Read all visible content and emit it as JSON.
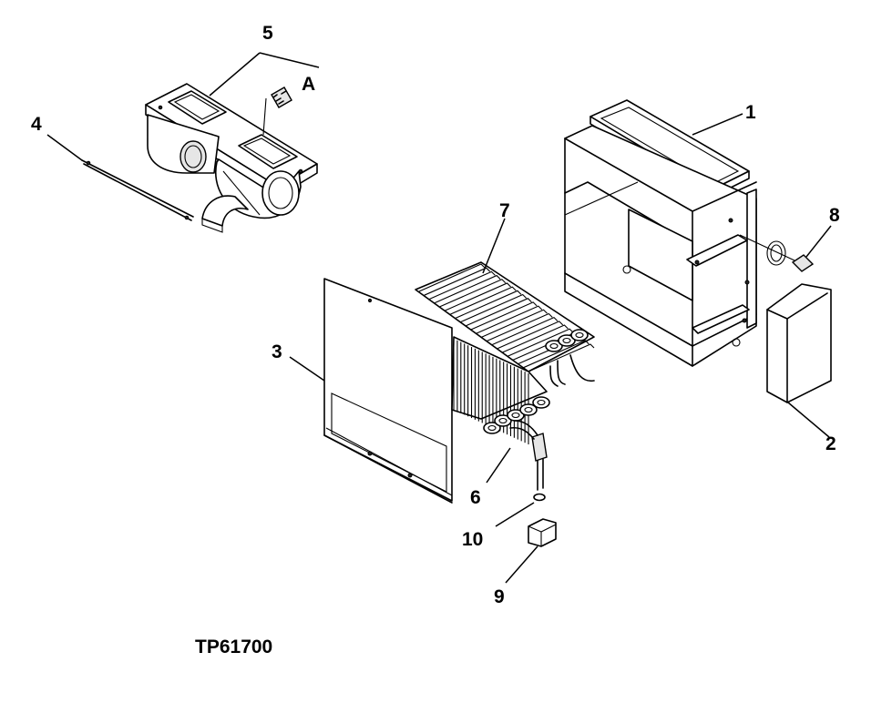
{
  "figure_id": "TP61700",
  "callouts": {
    "c1": "1",
    "c2": "2",
    "c3": "3",
    "c4": "4",
    "c5": "5",
    "c6": "6",
    "c7": "7",
    "c8": "8",
    "c9": "9",
    "c10": "10",
    "detail_a": "A"
  }
}
